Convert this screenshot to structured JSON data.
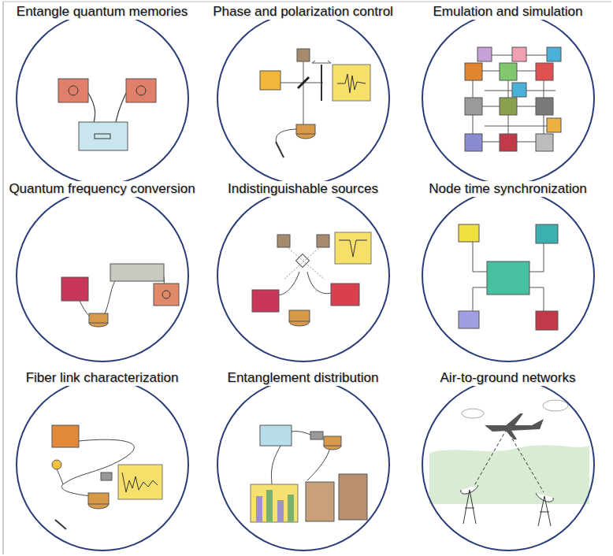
{
  "diagram": {
    "nodes": [
      {
        "text": [
          "Entangle quantum memories"
        ]
      },
      {
        "text": [
          "Phase and polarization control"
        ]
      },
      {
        "text": [
          "Emulation and simulation"
        ]
      },
      {
        "text": [
          "Quantum frequency conversion"
        ]
      },
      {
        "text": [
          "Indistinguishable sources"
        ]
      },
      {
        "text": [
          "Node time synchronization"
        ]
      },
      {
        "text": [
          "Fiber link characterization"
        ]
      },
      {
        "text": [
          "Entanglement distribution"
        ]
      },
      {
        "text": [
          "Air-to-ground networks"
        ]
      }
    ]
  }
}
